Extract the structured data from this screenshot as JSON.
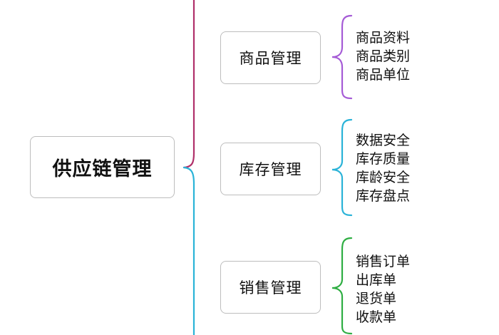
{
  "root": {
    "label": "供应链管理"
  },
  "colors": {
    "top_branch": "#b0306a",
    "bottom_branch": "#2ab3d8",
    "product_group": "#a55bd6",
    "inventory_group": "#2ab3d8",
    "sales_group": "#2fae43"
  },
  "branches": [
    {
      "label": "商品管理",
      "items": [
        "商品资料",
        "商品类别",
        "商品单位"
      ]
    },
    {
      "label": "库存管理",
      "items": [
        "数据安全",
        "库存质量",
        "库龄安全",
        "库存盘点"
      ]
    },
    {
      "label": "销售管理",
      "items": [
        "销售订单",
        "出库单",
        "退货单",
        "收款单"
      ]
    }
  ]
}
